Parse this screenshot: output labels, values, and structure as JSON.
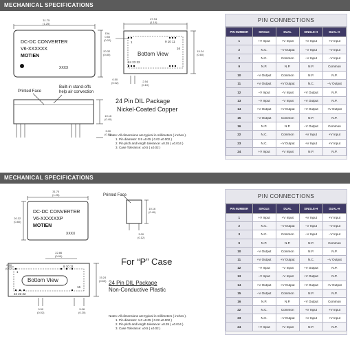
{
  "section1": {
    "header": "MECHANICAL SPECIFICATIONS",
    "module": {
      "line1": "DC-DC CONVERTER",
      "line2": "V6-XXXXXX",
      "brand": "MOTIEN",
      "code": "XXXX"
    },
    "dims": {
      "width": "31.75",
      "width_in": "(1.25)",
      "height": "20.32",
      "height_in": "(0.80)",
      "bv_width": "27.94",
      "bv_width_in": "(1.10)",
      "bv_height": "15.24",
      "bv_height_in": "(0.60)",
      "dia": "DIA",
      "dia_val": "0.50",
      "dia_in": "(0.02)",
      "pin_off": "0.50",
      "pin_off_in": "(0.02)",
      "pitch": "2.54",
      "pitch_in": "(0.10)",
      "side_h": "10.16",
      "side_h_in": "(0.40)",
      "stand": "3.00",
      "stand_in": "(0.12)"
    },
    "bottom_view": "Bottom View",
    "bv_pins_top": "9 10 11",
    "bv_pin_left": "1",
    "bv_pin_right": "16",
    "bv_pins_bottom": "24 23 22",
    "printed_face": "Printed Face",
    "standoffs_1": "Built-in stand-offs",
    "standoffs_2": "help air convection",
    "package_1": "24 Pin DIL Package",
    "package_2": "Nickel-Coated Copper",
    "notes": {
      "title": "Notes: All dimensions are typical in millimeters ( inches ).",
      "n1": "1. Pin diameter: 0.5 ±0.05 ( 0.02 ±0.002 )",
      "n2": "2. Pin pitch and length tolerance: ±0.35 ( ±0.014 )",
      "n3": "3. Case Tolerance: ±0.5 ( ±0.02 )"
    },
    "pin_table": {
      "title": "PIN CONNECTIONS",
      "headers": [
        "PIN NUMBER",
        "SINGLE",
        "DUAL",
        "SINGLE-H",
        "DUAL-H"
      ],
      "rows": [
        [
          "1",
          "+V Input",
          "+V Input",
          "+V Input",
          "+V Input"
        ],
        [
          "2",
          "N.C.",
          "−V Output",
          "−V Input",
          "−V Input"
        ],
        [
          "3",
          "N.C.",
          "Common",
          "−V Input",
          "−V Input"
        ],
        [
          "9",
          "N.P.",
          "N.P.",
          "N.P.",
          "Common"
        ],
        [
          "10",
          "−V Output",
          "Common",
          "N.P.",
          "N.P."
        ],
        [
          "11",
          "+V Output",
          "+V Output",
          "N.C.",
          "−V Output"
        ],
        [
          "12",
          "−V Input",
          "−V Input",
          "+V Output",
          "N.P."
        ],
        [
          "13",
          "−V Input",
          "−V Input",
          "+V Output",
          "N.P."
        ],
        [
          "14",
          "+V Output",
          "+V Output",
          "+V Output",
          "+V Output"
        ],
        [
          "15",
          "−V Output",
          "Common",
          "N.P.",
          "N.P."
        ],
        [
          "16",
          "N.P.",
          "N.P.",
          "−V Output",
          "Common"
        ],
        [
          "22",
          "N.C.",
          "Common",
          "+V Input",
          "+V Input"
        ],
        [
          "23",
          "N.C.",
          "−V Output",
          "+V Input",
          "+V Input"
        ],
        [
          "24",
          "+V Input",
          "+V Input",
          "N.P.",
          "N.P."
        ]
      ]
    }
  },
  "section2": {
    "header": "MECHANICAL SPECIFICATIONS",
    "module": {
      "line1": "DC-DC CONVERTER",
      "line2": "V6-XXXXXXP",
      "brand": "MOTIEN",
      "code": "XXXX"
    },
    "dims": {
      "width": "31.75",
      "width_in": "(1.25)",
      "height": "20.32",
      "height_in": "(0.80)",
      "bv_width": "22.86",
      "bv_width_in": "(0.90)",
      "bv_height": "15.24",
      "bv_height_in": "(0.60)",
      "pin_off": "0.50",
      "pin_off_in": "(0.02)",
      "side_h": "10.16",
      "side_h_in": "(0.40)",
      "stand": "3.00",
      "stand_in": "(0.12)",
      "bottom_off": "0.50",
      "bottom_off_in": "(0.02)",
      "pitch": "5.08",
      "pitch_in": "(0.20)"
    },
    "printed_face": "Printed Face",
    "bottom_view": "Bottom View",
    "bv_pins_top": "9 10 11",
    "bv_pin_left": "1",
    "bv_pin_right": "16",
    "bv_pins_bottom": "24 23 22",
    "case_label": "For “P” Case",
    "package_1": "24 Pin DIL Package",
    "package_2": "Non-Conductive Plastic",
    "notes": {
      "title": "Notes: All dimensions are typical in millimeters ( inches ).",
      "n1": "1. Pin diameter: 1.0 ±0.05 ( 0.02 ±0.002 )",
      "n2": "2. Pin pitch and length tolerance: ±0.35 ( ±0.014 )",
      "n3": "3. Case Tolerance: ±0.5 ( ±0.02 )"
    },
    "pin_table": {
      "title": "PIN CONNECTIONS",
      "headers": [
        "PIN NUMBER",
        "SINGLE",
        "DUAL",
        "SINGLE-H",
        "DUAL-H"
      ],
      "rows": [
        [
          "1",
          "+V Input",
          "+V Input",
          "+V Input",
          "+V Input"
        ],
        [
          "2",
          "N.C.",
          "−V Output",
          "−V Input",
          "−V Input"
        ],
        [
          "3",
          "N.C.",
          "Common",
          "−V Input",
          "−V Input"
        ],
        [
          "9",
          "N.P.",
          "N.P.",
          "N.P.",
          "Common"
        ],
        [
          "10",
          "−V Output",
          "Common",
          "N.P.",
          "N.P."
        ],
        [
          "11",
          "+V Output",
          "+V Output",
          "N.C.",
          "−V Output"
        ],
        [
          "12",
          "−V Input",
          "−V Input",
          "+V Output",
          "N.P."
        ],
        [
          "13",
          "−V Input",
          "−V Input",
          "+V Output",
          "N.P."
        ],
        [
          "14",
          "+V Output",
          "+V Output",
          "+V Output",
          "+V Output"
        ],
        [
          "15",
          "−V Output",
          "Common",
          "N.P.",
          "N.P."
        ],
        [
          "16",
          "N.P.",
          "N.P.",
          "−V Output",
          "Common"
        ],
        [
          "22",
          "N.C.",
          "Common",
          "+V Input",
          "+V Input"
        ],
        [
          "23",
          "N.C.",
          "−V Output",
          "+V Input",
          "+V Input"
        ],
        [
          "24",
          "+V Input",
          "+V Input",
          "N.P.",
          "N.P."
        ]
      ]
    }
  }
}
